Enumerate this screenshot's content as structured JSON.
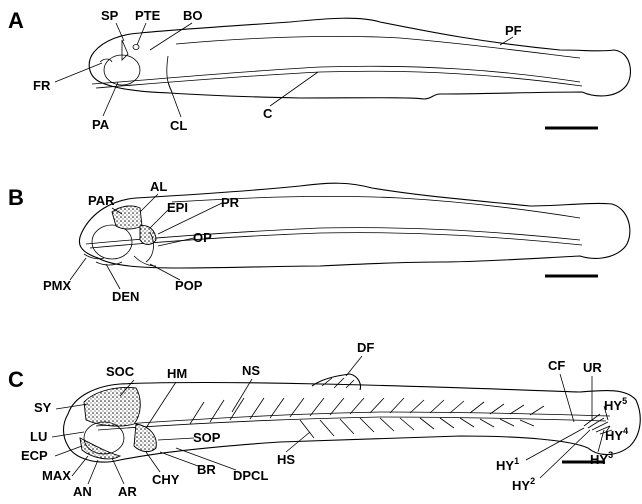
{
  "panels": {
    "a": {
      "letter": "A",
      "labels": {
        "sp": "SP",
        "pte": "PTE",
        "bo": "BO",
        "pf": "PF",
        "fr": "FR",
        "pa": "PA",
        "cl": "CL",
        "c": "C"
      }
    },
    "b": {
      "letter": "B",
      "labels": {
        "par": "PAR",
        "al": "AL",
        "epi": "EPI",
        "pr": "PR",
        "op": "OP",
        "pmx": "PMX",
        "den": "DEN",
        "pop": "POP"
      }
    },
    "c": {
      "letter": "C",
      "labels": {
        "df": "DF",
        "soc": "SOC",
        "hm": "HM",
        "ns": "NS",
        "cf": "CF",
        "ur": "UR",
        "sy": "SY",
        "lu": "LU",
        "ecp": "ECP",
        "max": "MAX",
        "an": "AN",
        "ar": "AR",
        "chy": "CHY",
        "br": "BR",
        "sop": "SOP",
        "dpcl": "DPCL",
        "hs": "HS",
        "hy": "HY",
        "hy1_sup": "1",
        "hy2_sup": "2",
        "hy3_sup": "3",
        "hy4_sup": "4",
        "hy5_sup": "5"
      }
    }
  }
}
